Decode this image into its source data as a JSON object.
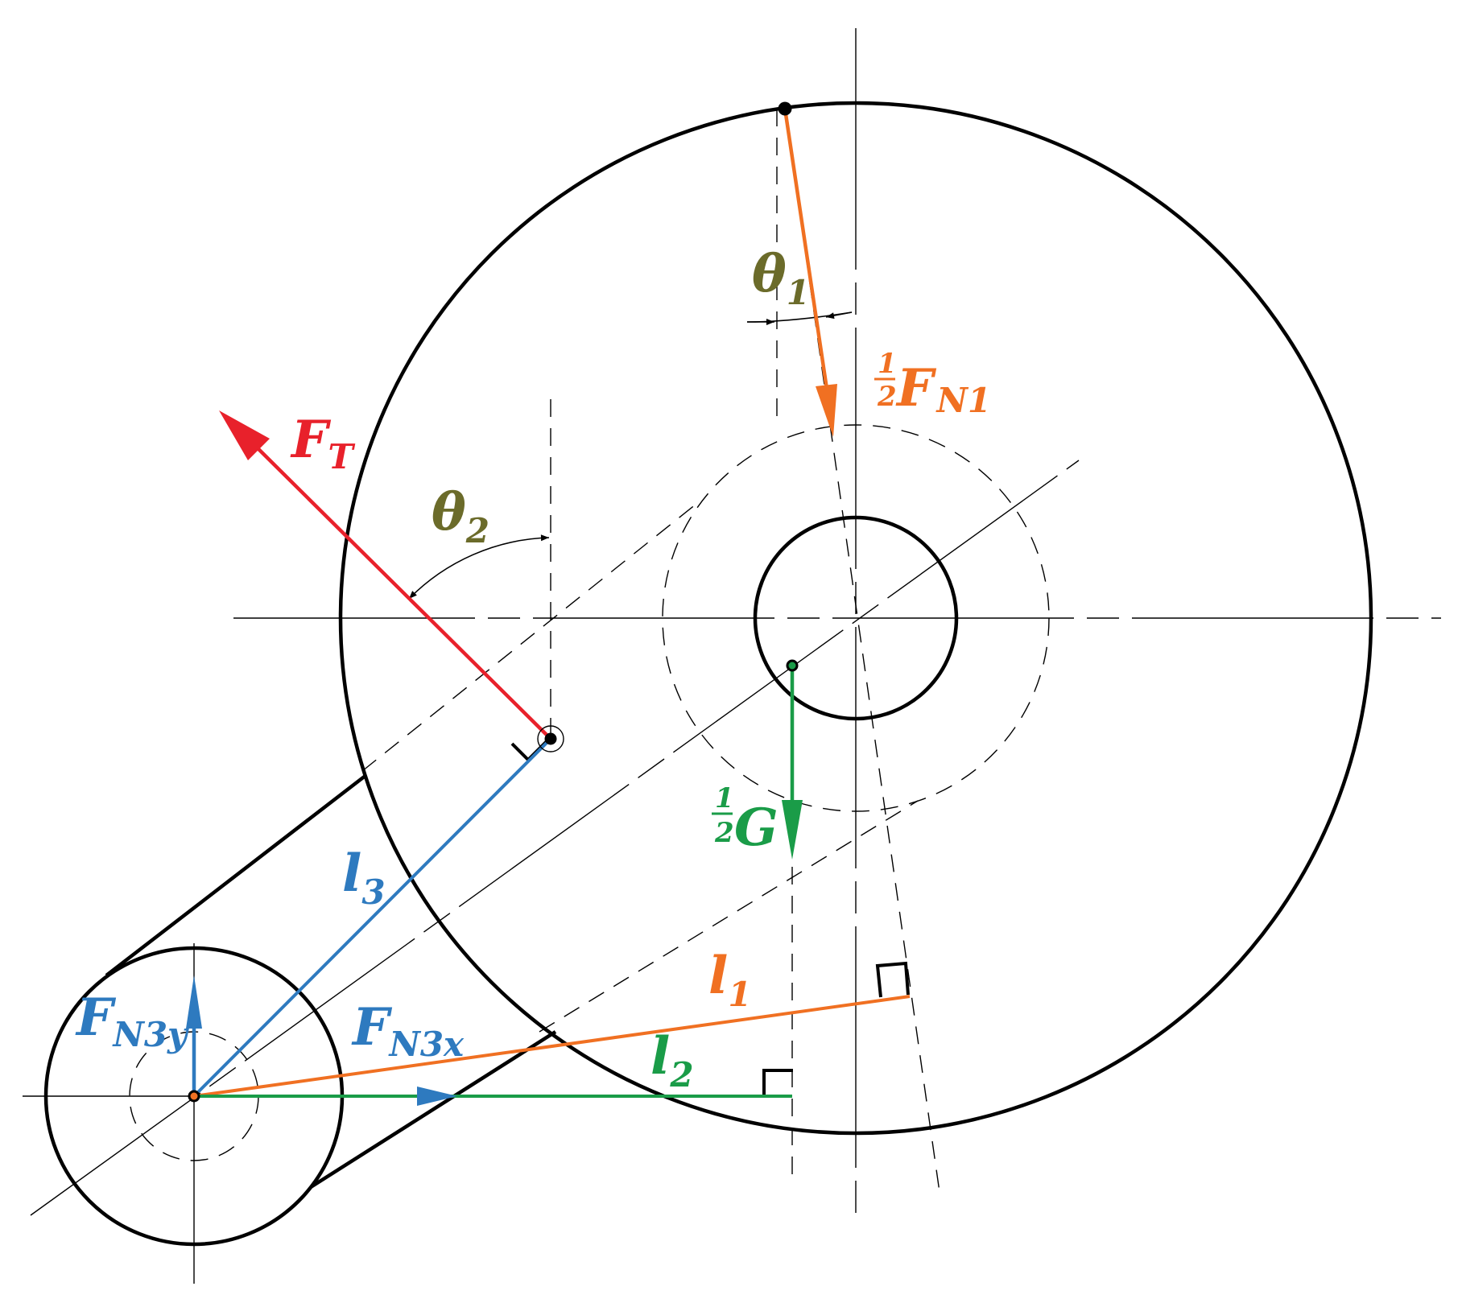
{
  "colors": {
    "outline": "#000000",
    "force_T": "#e8212b",
    "force_N1": "#f07022",
    "weight_G": "#1a9c48",
    "force_N3": "#2e7abf",
    "angle_label": "#6b6b2a"
  },
  "labels": {
    "ft": {
      "main": "F",
      "sub": "T"
    },
    "fn1": {
      "num": "1",
      "den": "2",
      "main": "F",
      "sub": "N1"
    },
    "g": {
      "num": "1",
      "den": "2",
      "main": "G"
    },
    "theta1": {
      "main": "θ",
      "sub": "1"
    },
    "theta2": {
      "main": "θ",
      "sub": "2"
    },
    "l1": {
      "main": "l",
      "sub": "1"
    },
    "l2": {
      "main": "l",
      "sub": "2"
    },
    "l3": {
      "main": "l",
      "sub": "3"
    },
    "fn3x": {
      "main": "F",
      "sub": "N3x"
    },
    "fn3y": {
      "main": "F",
      "sub": "N3y"
    }
  }
}
